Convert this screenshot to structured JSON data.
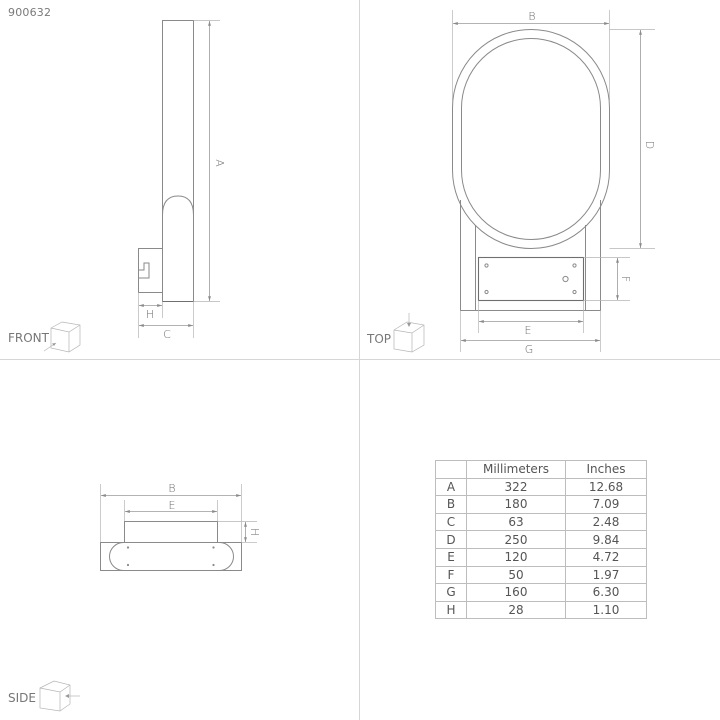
{
  "product_code": "900632",
  "views": {
    "front": {
      "label": "FRONT",
      "dims": {
        "A": "A",
        "H": "H",
        "C": "C"
      }
    },
    "top": {
      "label": "TOP",
      "dims": {
        "B": "B",
        "D": "D",
        "F": "F",
        "E": "E",
        "G": "G"
      }
    },
    "side": {
      "label": "SIDE",
      "dims": {
        "B": "B",
        "E": "E",
        "H": "H"
      }
    }
  },
  "table": {
    "headers": [
      "",
      "Millimeters",
      "Inches"
    ],
    "rows": [
      {
        "key": "A",
        "mm": "322",
        "in": "12.68"
      },
      {
        "key": "B",
        "mm": "180",
        "in": "7.09"
      },
      {
        "key": "C",
        "mm": "63",
        "in": "2.48"
      },
      {
        "key": "D",
        "mm": "250",
        "in": "9.84"
      },
      {
        "key": "E",
        "mm": "120",
        "in": "4.72"
      },
      {
        "key": "F",
        "mm": "50",
        "in": "1.97"
      },
      {
        "key": "G",
        "mm": "160",
        "in": "6.30"
      },
      {
        "key": "H",
        "mm": "28",
        "in": "1.10"
      }
    ]
  },
  "colors": {
    "line": "#8a8a8a",
    "divider": "#d6d6d6",
    "text": "#555555"
  }
}
